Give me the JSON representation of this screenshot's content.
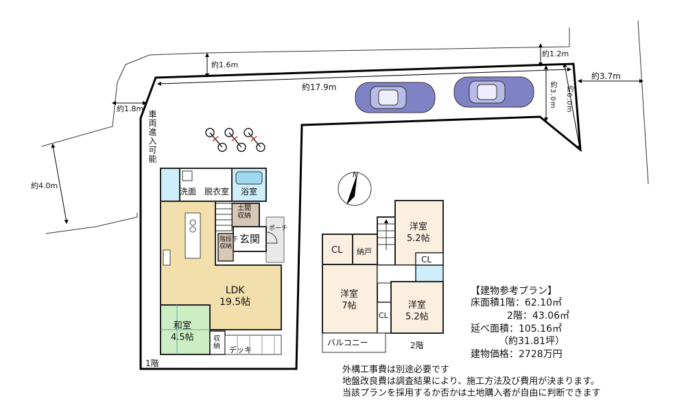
{
  "site": {
    "width_top": "約17.9m",
    "setback_top": "約1.6m",
    "setback_right_top": "約1.2m",
    "setback_left": "約1.8m",
    "right_road": "約3.7m",
    "right_depth_a": "約3.0m",
    "right_depth_b": "約6.0m",
    "left_road": "約4.0m",
    "vehicle_entry": "車両進入可能"
  },
  "floor1": {
    "label": "1階",
    "rooms": {
      "wash": "洗面",
      "dressing": "脱衣室",
      "bath": "浴室",
      "earth_storage": "土間\n収納",
      "porch": "ポーチ",
      "entrance": "玄関",
      "under_stairs": "階段下\n収納",
      "ldk": "LDK\n19.5帖",
      "washitsu": "和室\n4.5帖",
      "storage": "収\n納",
      "deck": "デッキ"
    }
  },
  "floor2": {
    "label": "2階",
    "rooms": {
      "cl_left": "CL",
      "nando": "納戸",
      "western_top": "洋室\n5.2帖",
      "cl_top": "CL",
      "western_7": "洋室\n7帖",
      "cl_mid": "CL",
      "western_right": "洋室\n5.2帖",
      "balcony": "バルコニー"
    }
  },
  "compass": {
    "north": "N"
  },
  "plan_info": {
    "title": "【建物参考プラン】",
    "floor1_area": "床面積1階：62.10㎡",
    "floor2_area": "2階：43.06㎡",
    "total_area": "延べ面積：105.16㎡",
    "tsubo": "（約31.81坪）",
    "price": "建物価格：2728万円"
  },
  "notes": [
    "外構工事費は別途必要です",
    "地盤改良費は調査結果により、施工方法及び費用が決まります。",
    "当該プランを採用するか否かは土地購入者が自由に判断できます"
  ],
  "colors": {
    "ldk": "#f3dfac",
    "washitsu": "#cdeec4",
    "water": "#cdeefa",
    "storage": "#d9c7b6",
    "floor2": "#fbf0e0",
    "car": "#7f82c4"
  }
}
